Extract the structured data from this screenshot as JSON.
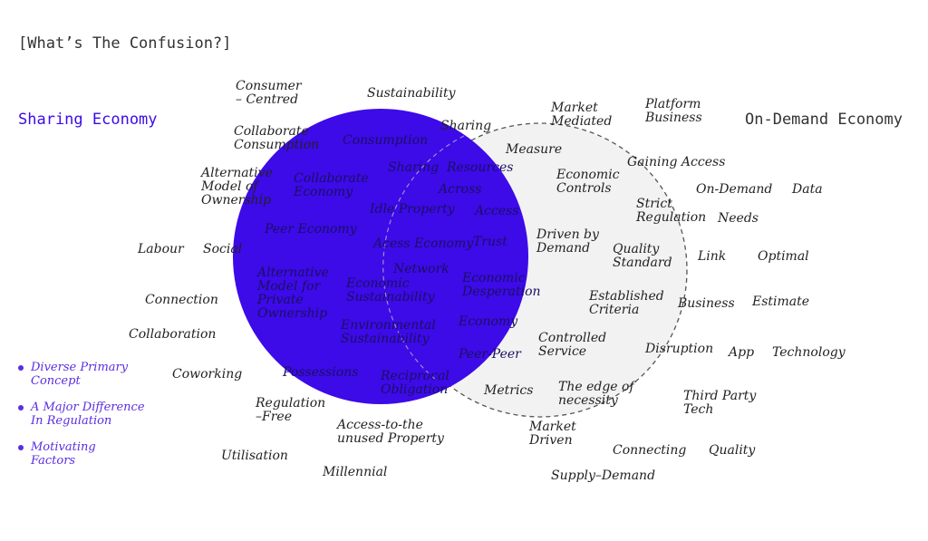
{
  "title": "[What’s The Confusion?]",
  "labels": {
    "sharing_economy": "Sharing Economy",
    "on_demand_economy": "On-Demand Economy"
  },
  "colors": {
    "sharing_circle": "#3d0ae8",
    "on_demand_circle": "#f2f2f2",
    "bullet": "#5b2de0",
    "label_accent": "#3d0ae8"
  },
  "words": {
    "consumer_centred": "Consumer\n– Centred",
    "sustainability_top": "Sustainability",
    "market_mediated": "Market\nMediated",
    "platform_business": "Platform\nBusiness",
    "collaborate_consumption": "Collaborate\nConsumption",
    "consumption": "Consumption",
    "sharing_top": "Sharing",
    "alternative_ownership": "Alternative\nModel of\nOwnership",
    "collaborate_economy": "Collaborate\nEconomy",
    "sharing_resources": "Sharing  Resources",
    "across": "Across",
    "access_arrow": "Access",
    "measure": "Measure",
    "economic_controls": "Economic\nControls",
    "gaining_access": "Gaining Access",
    "on_demand": "On-Demand",
    "data": "Data",
    "strict_regulation": "Strict\nRegulation",
    "needs": "Needs",
    "idle_property": "Idle Property",
    "peer_economy": "Peer Economy",
    "access_economy": "Acess Economy",
    "trust": "Trust",
    "driven_by_demand": "Driven by\nDemand",
    "quality_standard": "Quality\nStandard",
    "link": "Link",
    "optimal": "Optimal",
    "labour": "Labour",
    "social": "Social",
    "network": "Network",
    "alternative_private": "Alternative\nModel for\nPrivate\nOwnership",
    "economic_sustainability": "Economic\nSustainability",
    "economic_desperation": "Economic\nDesperation",
    "established_criteria": "Established\nCriteria",
    "business": "Business",
    "estimate": "Estimate",
    "connection": "Connection",
    "environmental_sustainability": "Environmental\nSustainability",
    "economy": "Economy",
    "controlled_service": "Controlled\nService",
    "disruption": "Disruption",
    "app": "App",
    "technology": "Technology",
    "collaboration": "Collaboration",
    "peer_peer": "Peer-Peer",
    "coworking": "Coworking",
    "possessions": "Possessions",
    "reciprocal_obligation": "Reciprocal\nObligation",
    "metrics": "Metrics",
    "edge_of_necessity": "The edge of\nnecessity",
    "third_party_tech": "Third Party\nTech",
    "regulation_free": "Regulation\n–Free",
    "access_unused_property": "Access-to-the\nunused Property",
    "market_driven": "Market\nDriven",
    "utilisation": "Utilisation",
    "connecting": "Connecting",
    "quality": "Quality",
    "millennial": "Millennial",
    "supply_demand": "Supply–Demand"
  },
  "bullets": [
    "Diverse Primary\nConcept",
    "A Major Difference\nIn Regulation",
    "Motivating\nFactors"
  ]
}
